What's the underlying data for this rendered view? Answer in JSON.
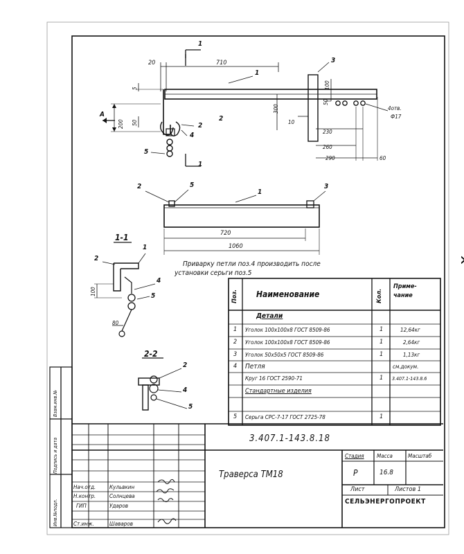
{
  "drawing": {
    "dims_top": {
      "d20": "20",
      "d710": "710",
      "d5": "5",
      "d200": "200",
      "d50": "50",
      "d100": "100",
      "d300": "300",
      "d10": "10",
      "d230": "230",
      "d260": "260",
      "d290": "290",
      "d60": "60"
    },
    "section_marks": {
      "top": "1",
      "bottom": "1",
      "side": "2"
    },
    "callouts": {
      "c1": "1",
      "c2": "2",
      "c3": "3",
      "c4": "4",
      "c5": "5"
    },
    "hole_label": "4отв.",
    "hole_dia": "Ф17",
    "side_view": {
      "c2": "2",
      "c5": "5",
      "c1": "1",
      "c3": "3",
      "d720": "720",
      "d1060": "1060"
    },
    "section_1_1": {
      "title": "1-1",
      "c1": "1",
      "c2": "2",
      "c4": "4",
      "c5": "5",
      "d100": "100",
      "d80": "80"
    },
    "section_2_2": {
      "title": "2-2",
      "c2": "2",
      "c4": "4",
      "c5": "5"
    },
    "note_line1": "Приварку петли поз.4 производить после",
    "note_line2": "установки серьги поз.5"
  },
  "spec": {
    "headers": {
      "pos": "Поз.",
      "name": "Наименование",
      "qty": "Кол.",
      "note": "Приме-\nчание"
    },
    "section_details": "Детали",
    "section_standard": "Стандартные изделия",
    "rows": [
      {
        "pos": "1",
        "name": "Уголок 100x100x8 ГОСТ 8509-86",
        "qty": "1",
        "note": "12,64кг"
      },
      {
        "pos": "2",
        "name": "Уголок 100x100x8 ГОСТ 8509-86",
        "qty": "1",
        "note": "2,64кг"
      },
      {
        "pos": "3",
        "name": "Уголок 50x50x5 ГОСТ 8509-86",
        "qty": "1",
        "note": "1,13кг"
      },
      {
        "pos": "4",
        "name": "Петля",
        "qty": "",
        "note": "см.докум."
      },
      {
        "pos": "",
        "name": "Круг 16 ГОСТ 2590-71",
        "qty": "1",
        "note": "3.407.1-143.8.6"
      },
      {
        "pos": "5",
        "name": "Серьга СРС-7-17 ГОСТ 2725-78",
        "qty": "1",
        "note": ""
      }
    ]
  },
  "title_block": {
    "doc_number": "3.407.1-143.8.18",
    "product_name": "Траверса ТМ18",
    "stage_label": "Стадия",
    "mass_label": "Масса",
    "scale_label": "Масштаб",
    "stage": "Р",
    "mass": "16.8",
    "sheet_label": "Лист",
    "sheets_label": "Листов 1",
    "org": "СЕЛЬЭНЕРГОПРОЕКТ",
    "people": [
      {
        "role": "Нач.отд.",
        "name": "Кульвкин"
      },
      {
        "role": "Н.контр.",
        "name": "Солнцева"
      },
      {
        "role": "ГИП",
        "name": "Ударов"
      },
      {
        "role": "Ст.инж.",
        "name": "Шаваров"
      }
    ],
    "side_labels": [
      "Инв.№подл.",
      "Подпись и дата",
      "Взам.инв.№"
    ]
  }
}
